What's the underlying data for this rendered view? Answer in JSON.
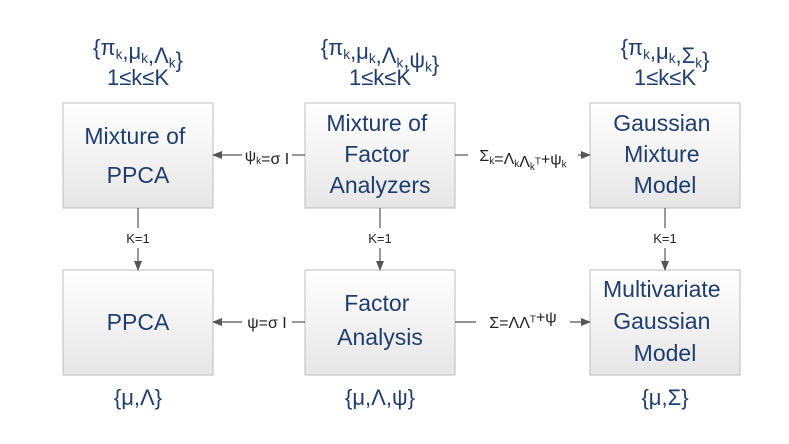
{
  "nodes": {
    "mppca": {
      "label_lines": [
        "Mixture of",
        "PPCA"
      ]
    },
    "mfa": {
      "label_lines": [
        "Mixture of",
        "Factor",
        "Analyzers"
      ]
    },
    "gmm": {
      "label_lines": [
        "Gaussian",
        "Mixture",
        "Model"
      ]
    },
    "ppca": {
      "label_lines": [
        "PPCA"
      ]
    },
    "fa": {
      "label_lines": [
        "Factor",
        "Analysis"
      ]
    },
    "mvg": {
      "label_lines": [
        "Multivariate",
        "Gaussian",
        "Model"
      ]
    }
  },
  "params": {
    "mppca": {
      "set": "{π_k,μ_k,Λ_k}",
      "range": "1≤k≤K"
    },
    "mfa": {
      "set": "{π_k,μ_k,Λ_k,ψ_k}",
      "range": "1≤k≤K"
    },
    "gmm": {
      "set": "{π_k,μ_k,Σ_k}",
      "range": "1≤k≤K"
    },
    "ppca": {
      "set": "{μ,Λ}"
    },
    "fa": {
      "set": "{μ,Λ,ψ}"
    },
    "mvg": {
      "set": "{μ,Σ}"
    }
  },
  "edges": {
    "mfa_to_mppca": "ψ_k=σ I",
    "mfa_to_gmm": "Σ_k=Λ_kΛ_k^T+ψ_k",
    "fa_to_ppca": "ψ=σ I",
    "fa_to_mvg": "Σ=ΛΛ^T+ψ",
    "mppca_to_ppca": "K=1",
    "mfa_to_fa": "K=1",
    "gmm_to_mvg": "K=1"
  },
  "colors": {
    "node_fill_top": "#ffffff",
    "node_fill_bottom": "#e6e6e6",
    "node_border": "#bdbdbd",
    "text_blue": "#1f3e6d",
    "arrow": "#555555"
  }
}
